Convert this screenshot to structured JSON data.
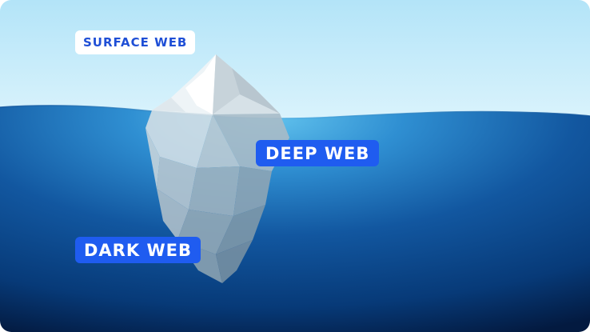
{
  "labels": {
    "surface": "SURFACE WEB",
    "deep": "DEEP WEB",
    "dark": "DARK WEB"
  },
  "colors": {
    "sky_top": "#b5e5f8",
    "sky_bottom": "#d9f2fc",
    "water_light": "#55b6e8",
    "water_mid": "#1766b0",
    "water_deep": "#063a78",
    "water_darkest": "#031c44",
    "label_accent": "#1f5cf0",
    "surface_label_text": "#1f4fd6"
  }
}
